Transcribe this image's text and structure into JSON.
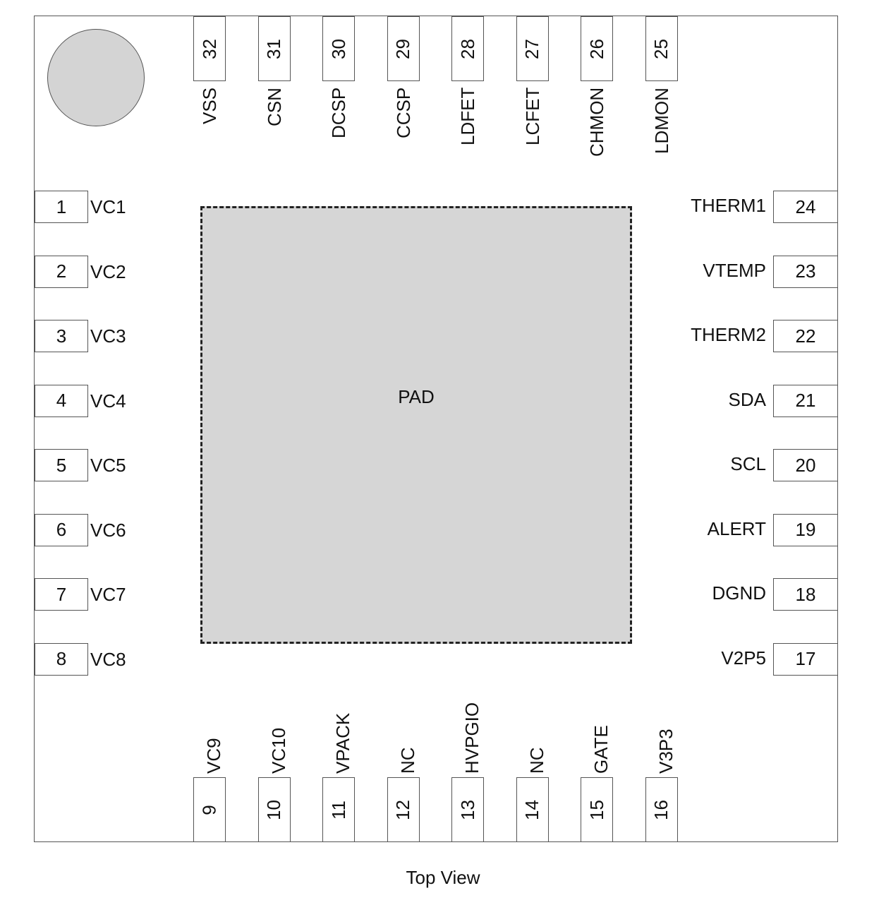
{
  "package": {
    "pad_label": "PAD",
    "view_caption": "Top View"
  },
  "pins": {
    "left": [
      {
        "num": "1",
        "name": "VC1"
      },
      {
        "num": "2",
        "name": "VC2"
      },
      {
        "num": "3",
        "name": "VC3"
      },
      {
        "num": "4",
        "name": "VC4"
      },
      {
        "num": "5",
        "name": "VC5"
      },
      {
        "num": "6",
        "name": "VC6"
      },
      {
        "num": "7",
        "name": "VC7"
      },
      {
        "num": "8",
        "name": "VC8"
      }
    ],
    "bottom": [
      {
        "num": "9",
        "name": "VC9"
      },
      {
        "num": "10",
        "name": "VC10"
      },
      {
        "num": "11",
        "name": "VPACK"
      },
      {
        "num": "12",
        "name": "NC"
      },
      {
        "num": "13",
        "name": "HVPGIO"
      },
      {
        "num": "14",
        "name": "NC"
      },
      {
        "num": "15",
        "name": "GATE"
      },
      {
        "num": "16",
        "name": "V3P3"
      }
    ],
    "right": [
      {
        "num": "17",
        "name": "V2P5"
      },
      {
        "num": "18",
        "name": "DGND"
      },
      {
        "num": "19",
        "name": "ALERT"
      },
      {
        "num": "20",
        "name": "SCL"
      },
      {
        "num": "21",
        "name": "SDA"
      },
      {
        "num": "22",
        "name": "THERM2"
      },
      {
        "num": "23",
        "name": "VTEMP"
      },
      {
        "num": "24",
        "name": "THERM1"
      }
    ],
    "top": [
      {
        "num": "25",
        "name": "LDMON"
      },
      {
        "num": "26",
        "name": "CHMON"
      },
      {
        "num": "27",
        "name": "LCFET"
      },
      {
        "num": "28",
        "name": "LDFET"
      },
      {
        "num": "29",
        "name": "CCSP"
      },
      {
        "num": "30",
        "name": "DCSP"
      },
      {
        "num": "31",
        "name": "CSN"
      },
      {
        "num": "32",
        "name": "VSS"
      }
    ]
  }
}
